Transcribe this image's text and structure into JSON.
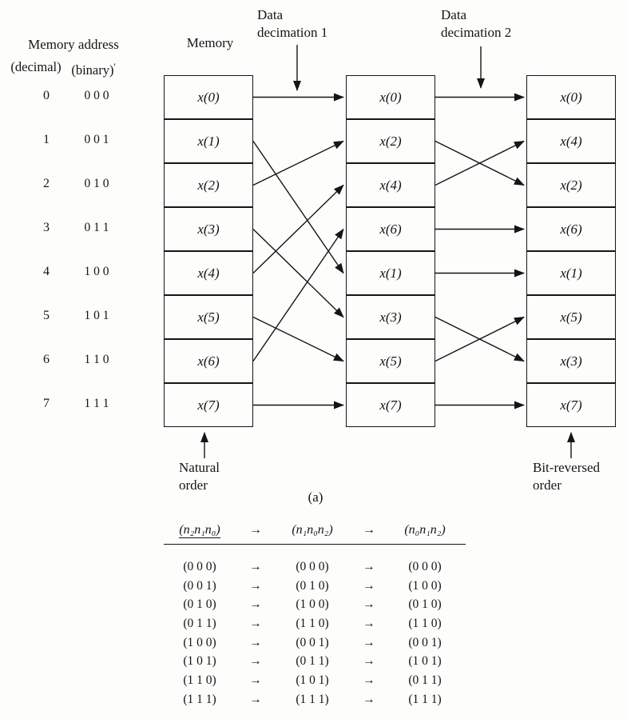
{
  "colors": {
    "ink": "#151515",
    "paper": "#fdfdfc"
  },
  "figure": {
    "header": {
      "memory_address_title": "Memory address",
      "decimal_label": "(decimal)",
      "binary_label": "(binary)",
      "binary_tick": "'",
      "memory_label": "Memory",
      "decimation1_line1": "Data",
      "decimation1_line2": "decimation 1",
      "decimation2_line1": "Data",
      "decimation2_line2": "decimation 2"
    },
    "addresses": [
      {
        "decimal": "0",
        "binary": "0 0 0"
      },
      {
        "decimal": "1",
        "binary": "0 0 1"
      },
      {
        "decimal": "2",
        "binary": "0 1 0"
      },
      {
        "decimal": "3",
        "binary": "0 1 1"
      },
      {
        "decimal": "4",
        "binary": "1 0 0"
      },
      {
        "decimal": "5",
        "binary": "1 0 1"
      },
      {
        "decimal": "6",
        "binary": "1 1 0"
      },
      {
        "decimal": "7",
        "binary": "1 1 1"
      }
    ],
    "columns": [
      {
        "id": "natural",
        "cells": [
          "x(0)",
          "x(1)",
          "x(2)",
          "x(3)",
          "x(4)",
          "x(5)",
          "x(6)",
          "x(7)"
        ]
      },
      {
        "id": "decimation1",
        "cells": [
          "x(0)",
          "x(2)",
          "x(4)",
          "x(6)",
          "x(1)",
          "x(3)",
          "x(5)",
          "x(7)"
        ]
      },
      {
        "id": "bitreversed",
        "cells": [
          "x(0)",
          "x(4)",
          "x(2)",
          "x(6)",
          "x(1)",
          "x(5)",
          "x(3)",
          "x(7)"
        ]
      }
    ],
    "mappings": {
      "stage1": [
        [
          0,
          0
        ],
        [
          1,
          4
        ],
        [
          2,
          1
        ],
        [
          3,
          5
        ],
        [
          4,
          2
        ],
        [
          5,
          6
        ],
        [
          6,
          3
        ],
        [
          7,
          7
        ]
      ],
      "stage2": [
        [
          0,
          0
        ],
        [
          1,
          2
        ],
        [
          2,
          1
        ],
        [
          3,
          3
        ],
        [
          4,
          4
        ],
        [
          5,
          6
        ],
        [
          6,
          5
        ],
        [
          7,
          7
        ]
      ]
    },
    "footer": {
      "natural_order_line1": "Natural",
      "natural_order_line2": "order",
      "bit_reversed_line1": "Bit-reversed",
      "bit_reversed_line2": "order",
      "subfigure_label": "(a)"
    }
  },
  "table": {
    "header": [
      "(n₂n₁n₀)",
      "→",
      "(n₁n₀n₂)",
      "→",
      "(n₀n₁n₂)"
    ],
    "rows": [
      [
        "(0 0 0)",
        "→",
        "(0 0 0)",
        "→",
        "(0 0 0)"
      ],
      [
        "(0 0 1)",
        "→",
        "(0 1 0)",
        "→",
        "(1 0 0)"
      ],
      [
        "(0 1 0)",
        "→",
        "(1 0 0)",
        "→",
        "(0 1 0)"
      ],
      [
        "(0 1 1)",
        "→",
        "(1 1 0)",
        "→",
        "(1 1 0)"
      ],
      [
        "(1 0 0)",
        "→",
        "(0 0 1)",
        "→",
        "(0 0 1)"
      ],
      [
        "(1 0 1)",
        "→",
        "(0 1 1)",
        "→",
        "(1 0 1)"
      ],
      [
        "(1 1 0)",
        "→",
        "(1 0 1)",
        "→",
        "(0 1 1)"
      ],
      [
        "(1 1 1)",
        "→",
        "(1 1 1)",
        "→",
        "(1 1 1)"
      ]
    ]
  }
}
